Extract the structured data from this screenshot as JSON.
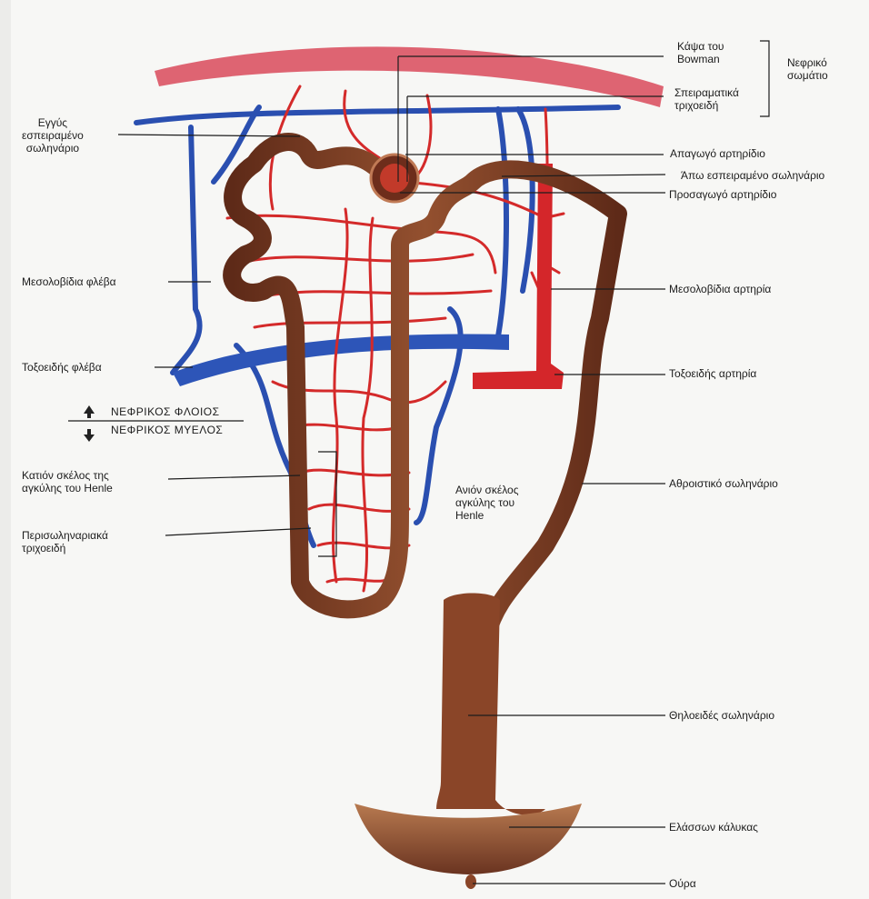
{
  "labels": {
    "bowman_capsule": "Κάψα του\nBowman",
    "renal_corpuscle": "Νεφρικό\nσωμάτιο",
    "glomerular_capillaries": "Σπειραματικά\nτριχοειδή",
    "efferent_arteriole": "Απαγωγό αρτηρίδιο",
    "distal_tubule": "Άπω εσπειραμένο σωληνάριο",
    "afferent_arteriole": "Προσαγωγό αρτηρίδιο",
    "interlobular_artery": "Μεσολοβίδια αρτηρία",
    "arcuate_artery": "Τοξοειδής αρτηρία",
    "collecting_duct": "Αθροιστικό σωληνάριο",
    "ascending_limb": "Ανιόν σκέλος\nαγκύλης του\nHenle",
    "papillary_duct": "Θηλοειδές σωληνάριο",
    "minor_calyx": "Ελάσσων κάλυκας",
    "urine": "Ούρα",
    "proximal_tubule": "Εγγύς\nεσπειραμένο\nσωληνάριο",
    "interlobular_vein": "Μεσολοβίδια φλέβα",
    "arcuate_vein": "Τοξοειδής φλέβα",
    "descending_limb": "Κατιόν σκέλος της\nαγκύλης του Henle",
    "peritubular_capillaries": "Περισωληναριακά\nτριχοειδή"
  },
  "zones": {
    "cortex": "ΝΕΦΡΙΚΟΣ ΦΛΟΙΟΣ",
    "medulla": "ΝΕΦΡΙΚΟΣ ΜΥΕΛΟΣ"
  },
  "colors": {
    "artery": "#d42a2a",
    "vein": "#2a4fb0",
    "tubule": "#7a3b25",
    "background": "#f7f7f5"
  }
}
